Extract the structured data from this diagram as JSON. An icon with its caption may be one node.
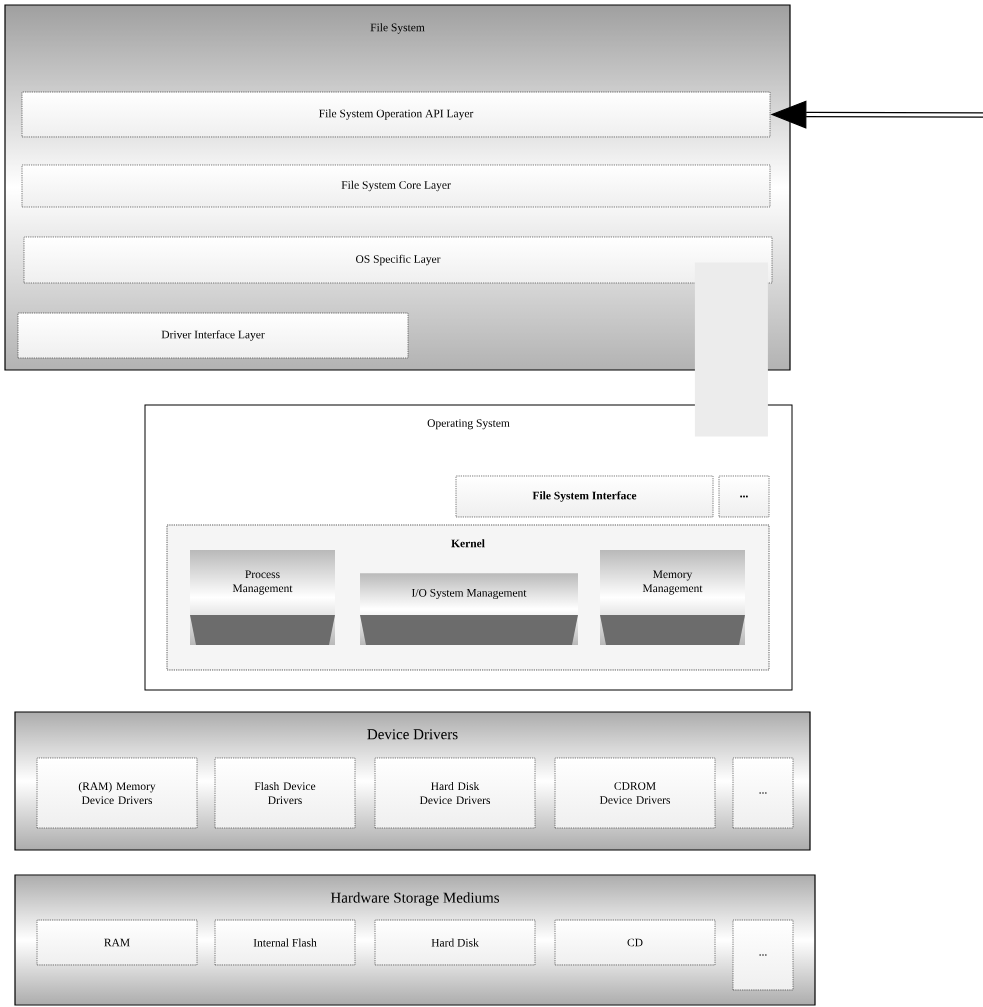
{
  "diagram": {
    "nodes": [
      {
        "text": [
          "File System"
        ]
      },
      {
        "text": [
          "File System Operation API Layer"
        ],
        "in": 0
      },
      {
        "text": [
          "File System Core Layer"
        ],
        "in": 0
      },
      {
        "text": [
          "OS Specific Layer"
        ],
        "in": 0
      },
      {
        "text": [
          "Driver Interface Layer"
        ],
        "in": 0
      },
      {
        "text": [
          "Operating System"
        ]
      },
      {
        "text": [
          "File System Interface"
        ],
        "in": 5
      },
      {
        "text": [
          "..."
        ],
        "in": 5
      },
      {
        "text": [
          "Kernel"
        ],
        "in": 5
      },
      {
        "text": [
          "Process Management"
        ],
        "in": 8
      },
      {
        "text": [
          "I/O System Management"
        ],
        "in": 8
      },
      {
        "text": [
          "Memory Management"
        ],
        "in": 8
      },
      {
        "text": [
          "Device Drivers"
        ]
      },
      {
        "text": [
          "(RAM) Memory Device Drivers"
        ],
        "in": 12
      },
      {
        "text": [
          "Flash Device Drivers"
        ],
        "in": 12
      },
      {
        "text": [
          "Hard Disk Device Drivers"
        ],
        "in": 12
      },
      {
        "text": [
          "CDROM Device Drivers"
        ],
        "in": 12
      },
      {
        "text": [
          "..."
        ],
        "in": 12
      },
      {
        "text": [
          "Hardware Storage Mediums"
        ]
      },
      {
        "text": [
          "RAM"
        ],
        "in": 18
      },
      {
        "text": [
          "Internal Flash"
        ],
        "in": 18
      },
      {
        "text": [
          "Hard Disk"
        ],
        "in": 18
      },
      {
        "text": [
          "CD"
        ],
        "in": 18
      },
      {
        "text": [
          "..."
        ],
        "in": 18
      }
    ],
    "edges": [
      {
        "from": null,
        "to": 1,
        "arrow": "to"
      },
      {
        "from": 3,
        "to": 5,
        "arrow": "none",
        "style": "thick",
        "color": "#ececec"
      }
    ]
  }
}
